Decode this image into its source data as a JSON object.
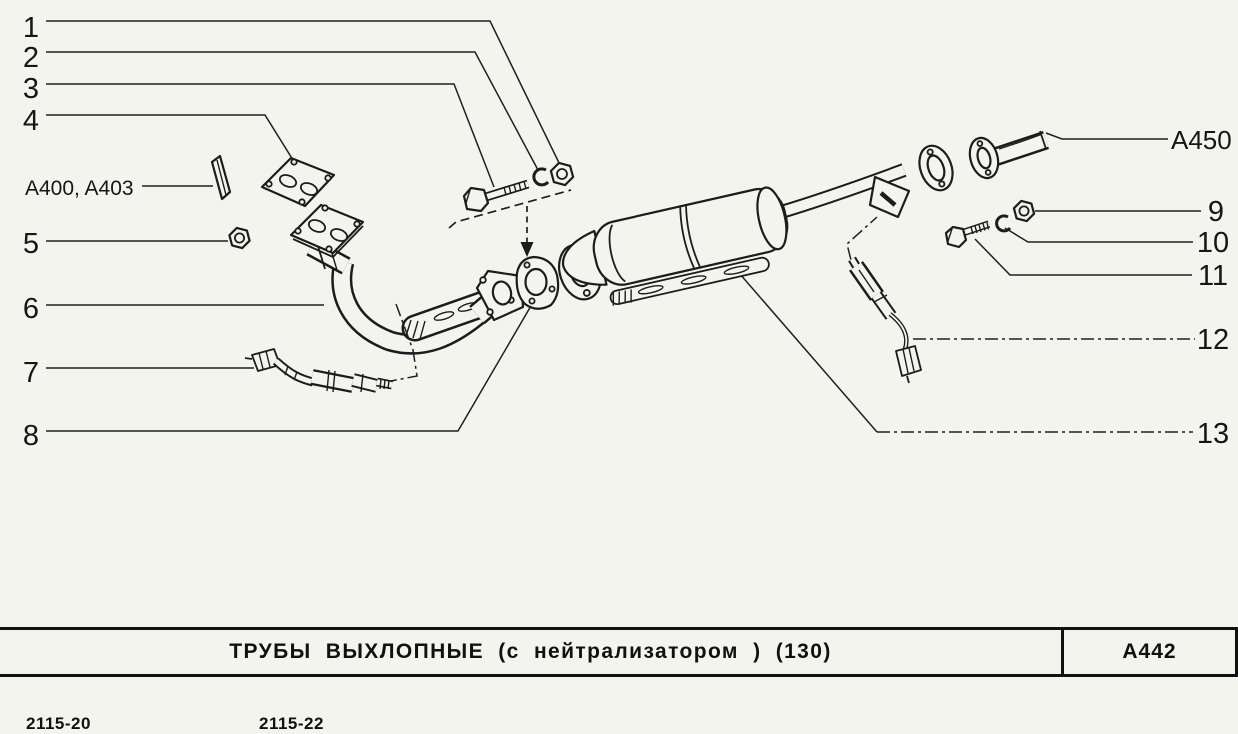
{
  "colors": {
    "paper": "#f4f4ef",
    "ink": "#1c1c1c"
  },
  "callouts": {
    "n1": "1",
    "n2": "2",
    "n3": "3",
    "n4": "4",
    "n5": "5",
    "n6": "6",
    "n7": "7",
    "n8": "8",
    "n9": "9",
    "n10": "10",
    "n11": "11",
    "n12": "12",
    "n13": "13",
    "stud_label": "A400, A403",
    "tailpipe_label": "A450"
  },
  "part_semantics": {
    "1": "hex-nut",
    "2": "lock-washer",
    "3": "flange-bolt",
    "4": "manifold-flange-gasket",
    "5": "hex-nut",
    "6": "front-exhaust-downpipe",
    "7": "oxygen-sensor",
    "8": "pipe-ring-gasket",
    "9": "hex-nut",
    "10": "lock-washer",
    "11": "flange-bolt",
    "12": "oxygen-sensor",
    "13": "catalytic-converter-heat-shield",
    "A400, A403": "exhaust-stud",
    "A450": "rear-exhaust-pipe-section"
  },
  "title_bar": {
    "title": "ТРУБЫ ВЫХЛОПНЫЕ (с нейтрализатором ) (130)",
    "code": "А442"
  },
  "footer": {
    "codes": [
      "2115-20",
      "2115-22"
    ]
  }
}
